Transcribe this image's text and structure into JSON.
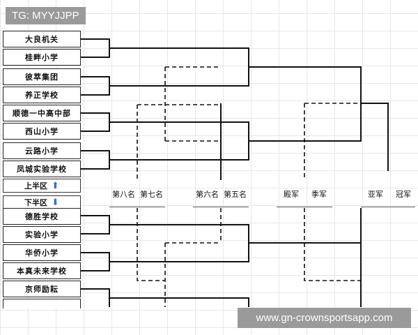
{
  "watermark_top": "TG: MYYJJPP",
  "watermark_bottom": "www.gn-crownsportsapp.com",
  "teams_upper": [
    "大良机关",
    "桂畔小学",
    "彼萃集团",
    "养正学校",
    "顺德一中高中部",
    "西山小学",
    "云路小学",
    "凤城实验学校"
  ],
  "upper_half": {
    "label": "上半区",
    "arrow": "⬆"
  },
  "lower_half": {
    "label": "下半区",
    "arrow": "⬇"
  },
  "teams_lower": [
    "德胜学校",
    "实验小学",
    "华侨小学",
    "本真未来学校",
    "京师励耘"
  ],
  "places": [
    "第八名",
    "第七名",
    "第六名",
    "第五名",
    "殿军",
    "季军",
    "亚军",
    "冠军"
  ]
}
